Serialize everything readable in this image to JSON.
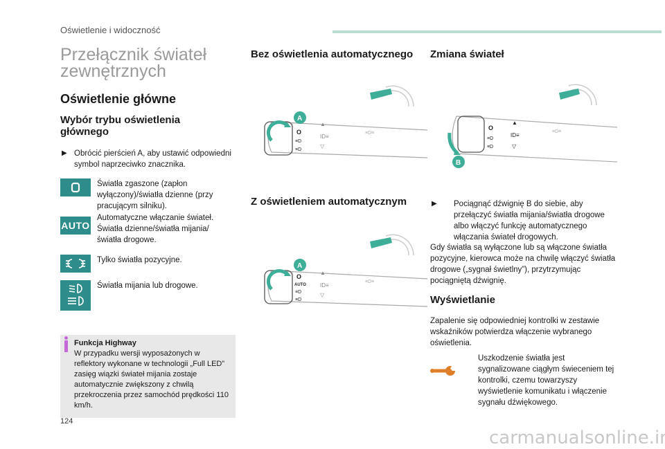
{
  "header": {
    "section": "Oświetlenie i widoczność"
  },
  "left": {
    "title": "Przełącznik świateł zewnętrznych",
    "main_heading": "Oświetlenie główne",
    "sub_heading": "Wybór trybu oświetlenia głównego",
    "instruction": "Obrócić pierścień A, aby ustawić odpowiedni symbol naprzeciwko znacznika.",
    "modes": [
      {
        "icon": "O",
        "text": "Światła zgaszone (zapłon wyłączony)/światła dzienne (przy pracującym silniku)."
      },
      {
        "icon": "AUTO",
        "text": "Automatyczne włączanie świateł. Światła dzienne/światła mijania/ światła drogowe."
      },
      {
        "icon": "position-lights-icon",
        "text": "Tylko światła pozycyjne."
      },
      {
        "icon": "low-high-beam-icon",
        "text": "Światła mijania lub drogowe."
      }
    ],
    "info": {
      "title": "Funkcja Highway",
      "text": "W przypadku wersji wyposażonych w reflektory wykonane w technologii „Full LED” zasięg wiązki świateł mijania zostaje automatycznie zwiększony z chwilą przekroczenia przez samochód prędkości 110 km/h."
    }
  },
  "middle": {
    "heading1": "Bez oświetlenia automatycznego",
    "heading2": "Z oświetleniem automatycznym",
    "label_a": "A",
    "stalk_o": "O",
    "stalk_auto": "AUTO"
  },
  "right": {
    "heading1": "Zmiana świateł",
    "label_b": "B",
    "instruction": "Pociągnąć dźwignię B do siebie, aby przełączyć światła mijania/światła drogowe albo włączyć funkcję automatycznego włączania świateł drogowych.",
    "paragraph": "Gdy światła są wyłączone lub są włączone światła pozycyjne, kierowca może na chwilę włączyć światła drogowe („sygnał świetlny”), przytrzymując pociągniętą dźwignię.",
    "heading2": "Wyświetlanie",
    "display_text": "Zapalenie się odpowiedniej kontrolki w zestawie wskaźników potwierdza włączenie wybranego oświetlenia.",
    "warning_text": "Uszkodzenie światła jest sygnalizowane ciągłym świeceniem tej kontrolki, czemu towarzyszy wyświetlenie komunikatu i włączenie sygnału dźwiękowego."
  },
  "footer": {
    "page_number": "124",
    "watermark": "carmanualsonline.info"
  },
  "colors": {
    "accent": "#2e8c8a",
    "highlight": "#3fae99",
    "info": "#c46ad8",
    "wrench": "#e07f2a"
  }
}
